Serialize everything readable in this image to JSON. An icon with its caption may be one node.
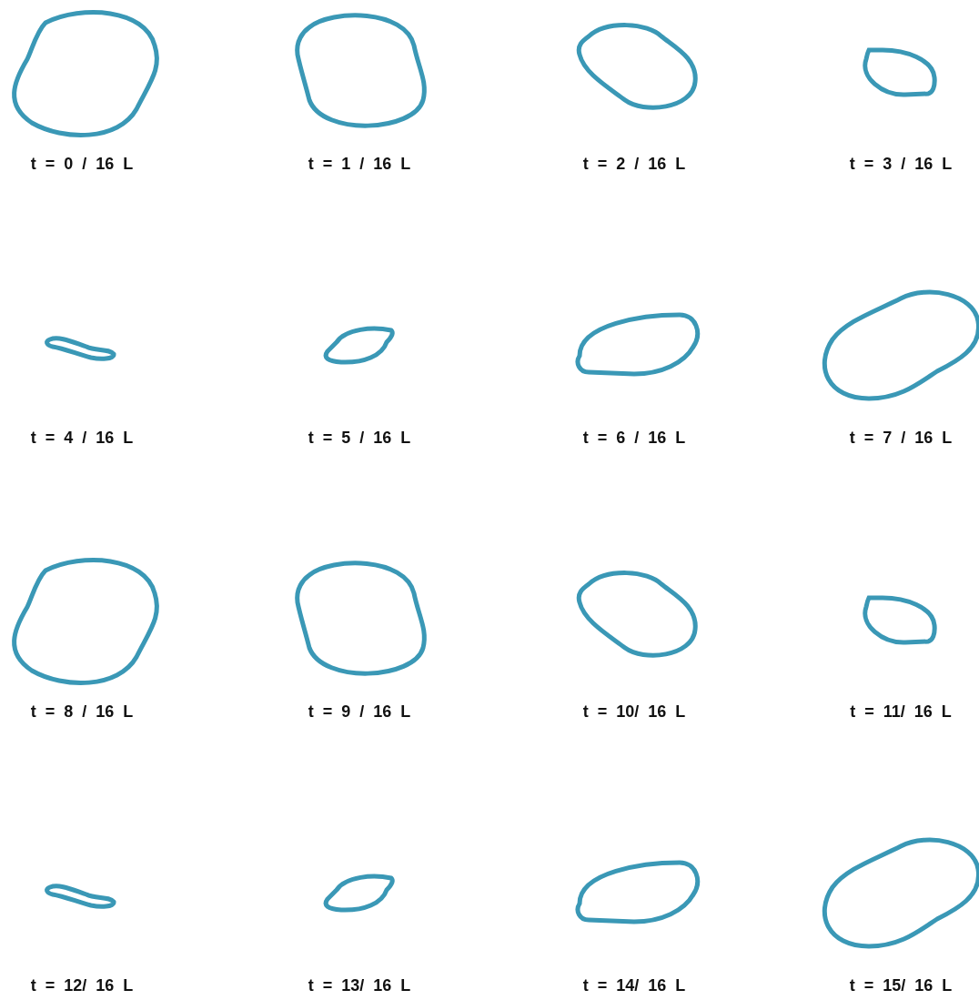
{
  "diagram": {
    "nodes": [
      {
        "text": [
          "t = 0 / 16 L"
        ]
      },
      {
        "text": [
          "t = 1 / 16 L"
        ]
      },
      {
        "text": [
          "t = 2 / 16 L"
        ]
      },
      {
        "text": [
          "t = 3 / 16 L"
        ]
      },
      {
        "text": [
          "t = 4 / 16 L"
        ]
      },
      {
        "text": [
          "t = 5 / 16 L"
        ]
      },
      {
        "text": [
          "t = 6 / 16 L"
        ]
      },
      {
        "text": [
          "t = 7 / 16 L"
        ]
      },
      {
        "text": [
          "t = 8 / 16 L"
        ]
      },
      {
        "text": [
          "t = 9 / 16 L"
        ]
      },
      {
        "text": [
          "t = 10/ 16 L"
        ]
      },
      {
        "text": [
          "t = 11/ 16 L"
        ]
      },
      {
        "text": [
          "t = 12/ 16 L"
        ]
      },
      {
        "text": [
          "t = 13/ 16 L"
        ]
      },
      {
        "text": [
          "t = 14/ 16 L"
        ]
      },
      {
        "text": [
          "t = 15/ 16 L"
        ]
      }
    ]
  }
}
